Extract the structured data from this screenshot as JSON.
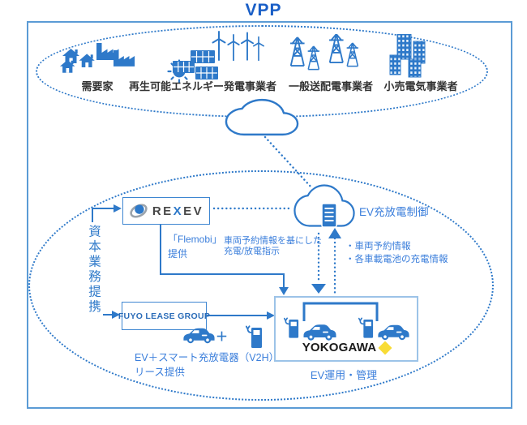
{
  "diagram_title": "VPP",
  "colors": {
    "primary_blue": "#2E79C9",
    "title_blue": "#1A5FC7",
    "frame_blue": "#5B9BD5",
    "note_blue": "#3A7EDB",
    "label_black": "#333333",
    "yokogawa_yellow": "#F8DC35",
    "rexev_gray": "#474747"
  },
  "power_grid_group": {
    "consumers_label": "需要家",
    "renewable_label": "再生可能エネルギー発電事業者",
    "transmission_label": "一般送配電事業者",
    "retail_label": "小売電気事業者"
  },
  "ev_control_cloud": {
    "label": "EV充放電制御"
  },
  "rexev": {
    "brand_parts": [
      "RE",
      "X",
      "EV"
    ]
  },
  "fuyo": {
    "brand": "FUYO LEASE GROUP"
  },
  "yokogawa": {
    "brand": "YOKOGAWA"
  },
  "annotations": {
    "capital_alliance": "資本業務提携",
    "flemobi_line1": "「Flemobi」",
    "flemobi_line2": "提供",
    "instruction_line1": "車両予約情報を基にした",
    "instruction_line2": "充電/放電指示",
    "info_line1": "・車両予約情報",
    "info_line2": "・各車載電池の充電情報",
    "lease_line1": "EV＋スマート充放電器（V2H）",
    "lease_line2": "リース提供",
    "plus": "＋",
    "ev_operation": "EV運用・管理"
  }
}
